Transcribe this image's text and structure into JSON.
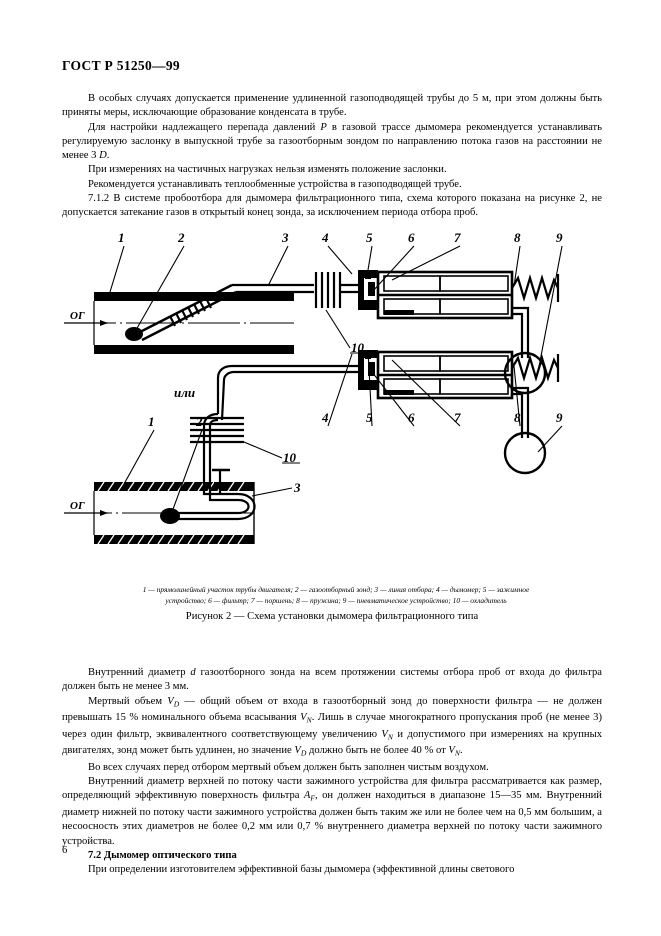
{
  "header": {
    "standard_code": "ГОСТ Р 51250—99"
  },
  "page_number": "6",
  "body_top": {
    "paragraphs": [
      {
        "id": "p1",
        "runs": [
          {
            "t": "В особых случаях допускается применение удлиненной газоподводящей трубы до 5 м, при этом должны быть приняты меры, исключающие образование конденсата в трубе.",
            "s": "n"
          }
        ]
      },
      {
        "id": "p2",
        "runs": [
          {
            "t": "Для настройки надлежащего перепада давлений ",
            "s": "n"
          },
          {
            "t": "P",
            "s": "i"
          },
          {
            "t": " в газовой трассе дымомера рекомендуется устанавливать регулируемую заслонку в выпускной трубе за газоотборным зондом по направлению потока газов на расстоянии не менее 3 ",
            "s": "n"
          },
          {
            "t": "D",
            "s": "i"
          },
          {
            "t": ".",
            "s": "n"
          }
        ]
      },
      {
        "id": "p3",
        "runs": [
          {
            "t": "При измерениях на частичных нагрузках нельзя изменять положение заслонки.",
            "s": "n"
          }
        ]
      },
      {
        "id": "p4",
        "runs": [
          {
            "t": "Рекомендуется устанавливать теплообменные устройства в газоподводящей трубе.",
            "s": "n"
          }
        ]
      },
      {
        "id": "p5",
        "runs": [
          {
            "t": "7.1.2  В системе пробоотбора для дымомера фильтрационного типа, схема которого показана на рисунке 2, не допускается затекание газов в открытый конец зонда, за исключением периода отбора проб.",
            "s": "n"
          }
        ]
      }
    ]
  },
  "figure": {
    "alternative_label": "или",
    "flow_label": "ОГ",
    "callouts": [
      "1",
      "2",
      "3",
      "4",
      "5",
      "6",
      "7",
      "8",
      "9",
      "10"
    ],
    "caption_line1": "1 — прямолинейный участок трубы двигателя; 2 — газоотборный зонд; 3 — линия отбора; 4 — дымомер; 5 —  зажимное",
    "caption_line2": "устройство; 6 — фильтр; 7 — поршень; 8 — пружина; 9 — пневматическое устройство; 10 — охладитель",
    "title": "Рисунок 2 — Схема установки дымомера фильтрационного типа"
  },
  "body_bottom": {
    "paragraphs": [
      {
        "id": "q1",
        "runs": [
          {
            "t": "Внутренний диаметр ",
            "s": "n"
          },
          {
            "t": "d",
            "s": "i"
          },
          {
            "t": " газоотборного зонда на всем протяжении системы отбора проб от входа до фильтра должен быть не менее 3 мм.",
            "s": "n"
          }
        ]
      },
      {
        "id": "q2",
        "runs": [
          {
            "t": "Мертвый объем  ",
            "s": "n"
          },
          {
            "t": "V",
            "s": "i"
          },
          {
            "t": "D",
            "s": "sub"
          },
          {
            "t": " — общий объем от входа в газоотборный зонд до поверхности фильтра — не должен превышать 15 % номинального объема всасывания ",
            "s": "n"
          },
          {
            "t": "V",
            "s": "i"
          },
          {
            "t": "N",
            "s": "sub"
          },
          {
            "t": ". Лишь в случае многократного пропускания проб (не менее 3) через один фильтр, эквивалентного соответствующему увеличению ",
            "s": "n"
          },
          {
            "t": "V",
            "s": "i"
          },
          {
            "t": "N",
            "s": "sub"
          },
          {
            "t": " и допустимого при измерениях на крупных двигателях, зонд может быть удлинен, но значение ",
            "s": "n"
          },
          {
            "t": "V",
            "s": "i"
          },
          {
            "t": "D",
            "s": "sub"
          },
          {
            "t": " должно быть не более 40 % от ",
            "s": "n"
          },
          {
            "t": "V",
            "s": "i"
          },
          {
            "t": "N",
            "s": "sub"
          },
          {
            "t": ".",
            "s": "n"
          }
        ]
      },
      {
        "id": "q3",
        "runs": [
          {
            "t": "Во всех случаях перед отбором мертвый объем должен быть заполнен чистым воздухом.",
            "s": "n"
          }
        ]
      },
      {
        "id": "q4",
        "runs": [
          {
            "t": "Внутренний диаметр верхней по потоку части зажимного устройства для фильтра рассматривается как размер, определяющий эффективную поверхность фильтра ",
            "s": "n"
          },
          {
            "t": "A",
            "s": "i"
          },
          {
            "t": "F",
            "s": "sub"
          },
          {
            "t": ", он должен находиться в диапазоне 15—35 мм. Внутренний диаметр нижней по потоку части зажимного устройства должен быть таким же или не более чем на 0,5 мм большим, а несоосность этих диаметров не более 0,2 мм или 0,7 % внутреннего диаметра верхней по потоку части зажимного устройства.",
            "s": "n"
          }
        ]
      }
    ],
    "section_heading": "7.2  Дымомер оптического типа",
    "last_paragraph": "При определении изготовителем эффективной базы дымомера (эффективной длины светового"
  }
}
